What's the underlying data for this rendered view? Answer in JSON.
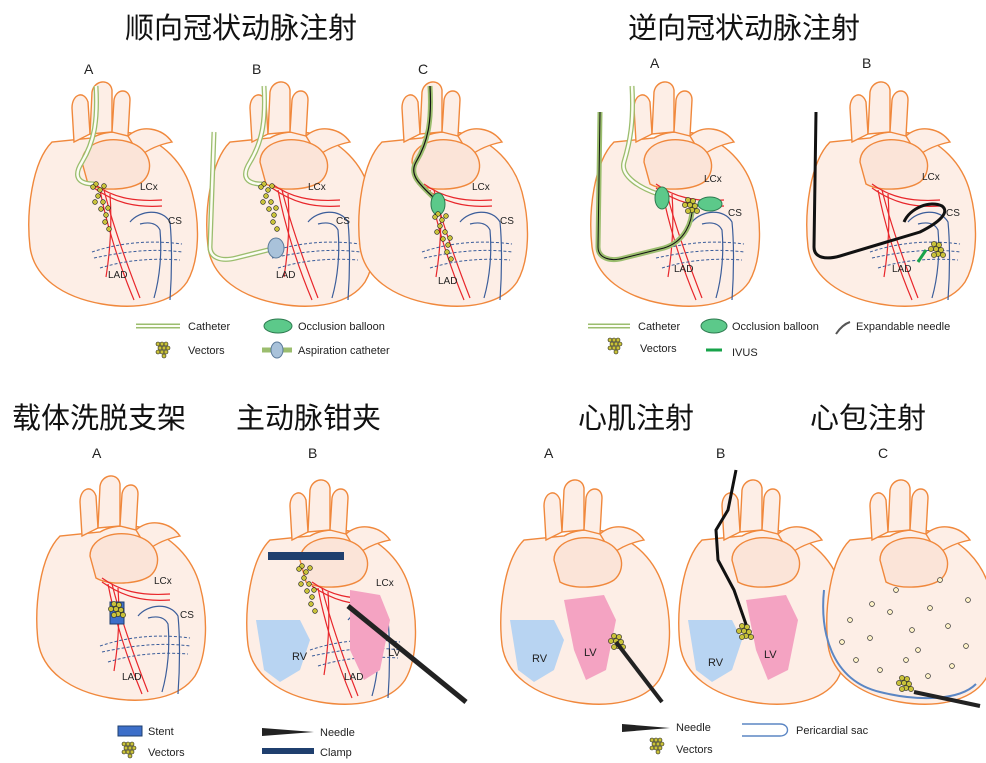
{
  "sections": {
    "antegrade": {
      "title": "顺向冠状动脉注射",
      "panels": [
        "A",
        "B",
        "C"
      ]
    },
    "retrograde": {
      "title": "逆向冠状动脉注射",
      "panels": [
        "A",
        "B"
      ]
    },
    "stent": {
      "title": "载体洗脱支架",
      "panels": [
        "A"
      ]
    },
    "clamp": {
      "title": "主动脉钳夹",
      "panels": [
        "B"
      ]
    },
    "myocardial": {
      "title": "心肌注射",
      "panels": [
        "A",
        "B"
      ]
    },
    "pericardial": {
      "title": "心包注射",
      "panels": [
        "C"
      ]
    }
  },
  "labels": {
    "lcx": "LCx",
    "cs": "CS",
    "lad": "LAD",
    "rv": "RV",
    "lv": "LV"
  },
  "legends": {
    "antegrade": {
      "catheter": "Catheter",
      "occlusion_balloon": "Occlusion balloon",
      "vectors": "Vectors",
      "aspiration_catheter": "Aspiration catheter"
    },
    "retrograde": {
      "catheter": "Catheter",
      "occlusion_balloon": "Occlusion balloon",
      "expandable_needle": "Expandable needle",
      "vectors": "Vectors",
      "ivus": "IVUS"
    },
    "stent_clamp": {
      "stent": "Stent",
      "vectors": "Vectors",
      "needle": "Needle",
      "clamp": "Clamp"
    },
    "injection": {
      "needle": "Needle",
      "pericardial_sac": "Pericardial sac",
      "vectors": "Vectors"
    }
  },
  "colors": {
    "heart_outline": "#f0883c",
    "heart_fill": "#fdeee6",
    "artery": "#e8262b",
    "vein": "#3b5d9a",
    "catheter": "#9bbd6e",
    "balloon": "#5cc98a",
    "stent": "#3d6fc9",
    "clamp": "#1f3f6e",
    "rv": "#b8d4f2",
    "lv": "#f4a3c2",
    "ivus": "#17a34a"
  }
}
